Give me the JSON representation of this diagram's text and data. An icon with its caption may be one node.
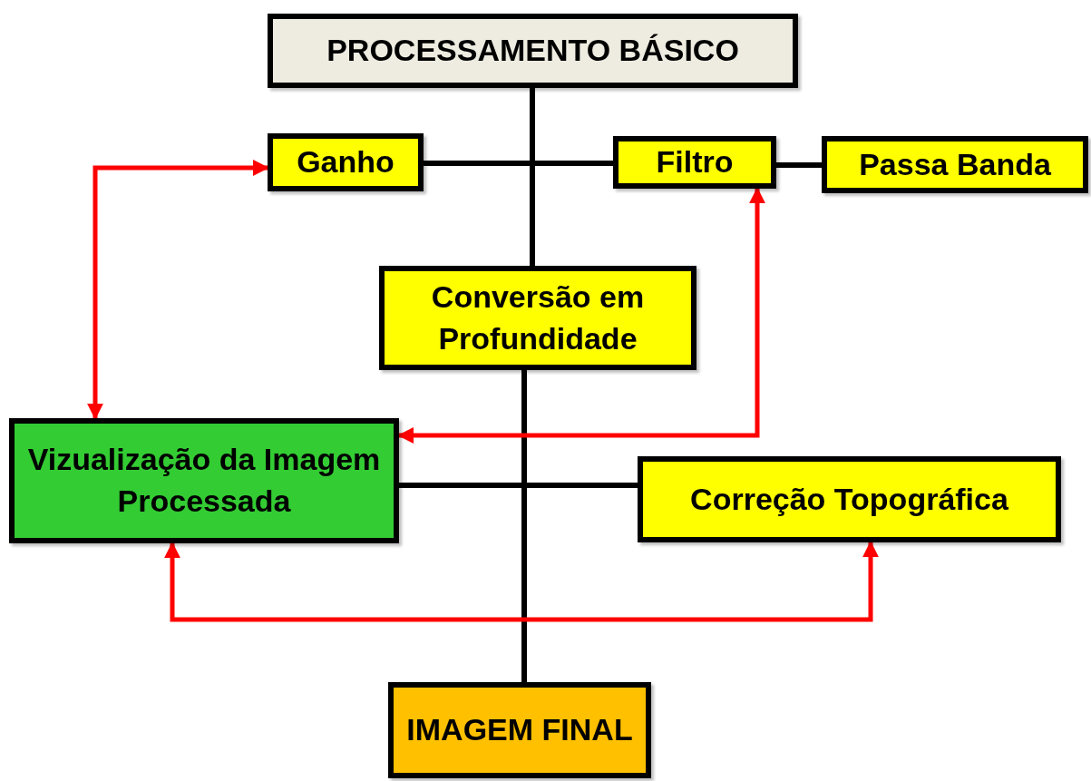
{
  "diagram": {
    "nodes": [
      {
        "text": [
          "PROCESSAMENTO BÁSICO"
        ]
      },
      {
        "text": [
          "Ganho"
        ]
      },
      {
        "text": [
          "Filtro"
        ]
      },
      {
        "text": [
          "Passa Banda"
        ]
      },
      {
        "text": [
          "Conversão em Profundidade"
        ]
      },
      {
        "text": [
          "Vizualização da Imagem Processada"
        ]
      },
      {
        "text": [
          "Correção Topográfica"
        ]
      },
      {
        "text": [
          "IMAGEM FINAL"
        ]
      }
    ],
    "edges": [
      {
        "from": 0,
        "to": 4,
        "arrow": "none"
      },
      {
        "from": 4,
        "to": 7,
        "arrow": "none"
      },
      {
        "from": 1,
        "to": 2,
        "arrow": "none"
      },
      {
        "from": 2,
        "to": 3,
        "arrow": "none"
      },
      {
        "from": 5,
        "to": 6,
        "arrow": "none"
      },
      {
        "from": 1,
        "to": 5,
        "arrow": "both",
        "color": "#ff0000"
      },
      {
        "from": 2,
        "to": 5,
        "arrow": "both",
        "color": "#ff0000"
      },
      {
        "from": 5,
        "to": 6,
        "arrow": "both",
        "color": "#ff0000"
      }
    ]
  }
}
